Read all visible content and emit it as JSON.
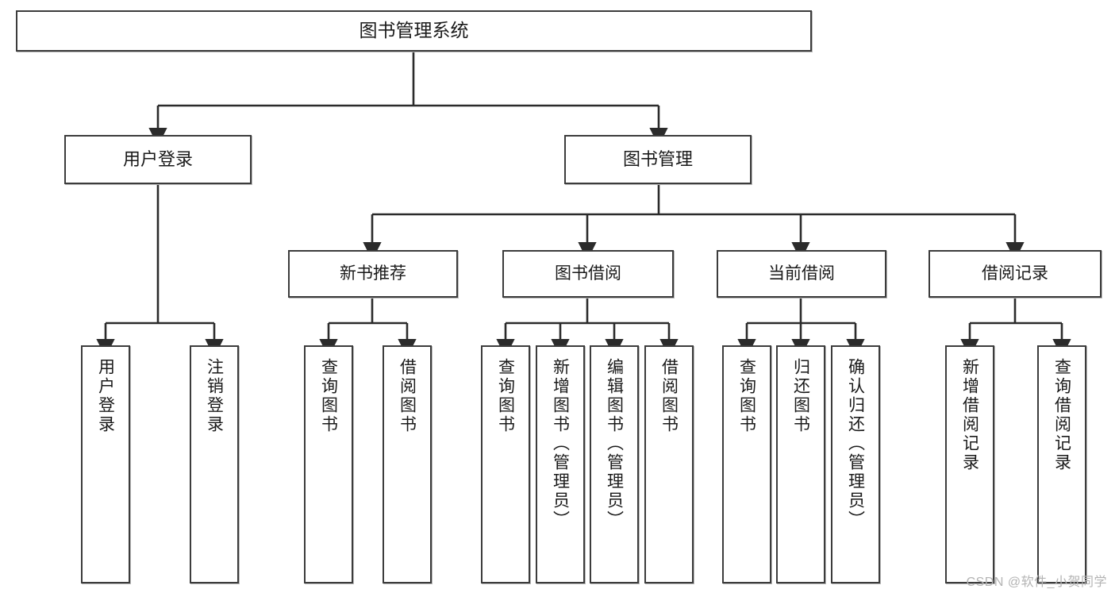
{
  "diagram": {
    "title": "图书管理系统",
    "type": "hierarchy-tree",
    "watermark": "CSDN @软件_小贺同学",
    "colors": {
      "background": "#ffffff",
      "box_fill": "#ffffff",
      "box_stroke": "#3c3c3c",
      "connector": "#2b2b2b",
      "text": "#1a1a1a",
      "watermark": "#b4b4b4"
    },
    "levels": {
      "root": "图书管理系统",
      "level2": [
        "用户登录",
        "图书管理"
      ],
      "level3": [
        "新书推荐",
        "图书借阅",
        "当前借阅",
        "借阅记录"
      ],
      "level4": [
        "用户登录",
        "注销登录",
        "查询图书",
        "借阅图书",
        "查询图书",
        "新增图书（管理员）",
        "编辑图书（管理员）",
        "借阅图书",
        "查询图书",
        "归还图书",
        "确认归还（管理员）",
        "新增借阅记录",
        "查询借阅记录"
      ]
    },
    "nodes": {
      "root": {
        "label": "图书管理系统"
      },
      "user_login": {
        "label": "用户登录"
      },
      "book_manage": {
        "label": "图书管理"
      },
      "new_book_rec": {
        "label": "新书推荐"
      },
      "book_borrow": {
        "label": "图书借阅"
      },
      "current_borrow": {
        "label": "当前借阅"
      },
      "borrow_record": {
        "label": "借阅记录"
      },
      "leaf_user_login": {
        "label": "用户登录"
      },
      "leaf_user_logout": {
        "label": "注销登录"
      },
      "leaf_query_book_1": {
        "label": "查询图书"
      },
      "leaf_borrow_book_1": {
        "label": "借阅图书"
      },
      "leaf_query_book_2": {
        "label": "查询图书"
      },
      "leaf_add_book": {
        "label": "新增图书（管理员）"
      },
      "leaf_edit_book": {
        "label": "编辑图书（管理员）"
      },
      "leaf_borrow_book_2": {
        "label": "借阅图书"
      },
      "leaf_query_book_3": {
        "label": "查询图书"
      },
      "leaf_return_book": {
        "label": "归还图书"
      },
      "leaf_confirm_return": {
        "label": "确认归还（管理员）"
      },
      "leaf_add_record": {
        "label": "新增借阅记录"
      },
      "leaf_query_record": {
        "label": "查询借阅记录"
      }
    }
  }
}
